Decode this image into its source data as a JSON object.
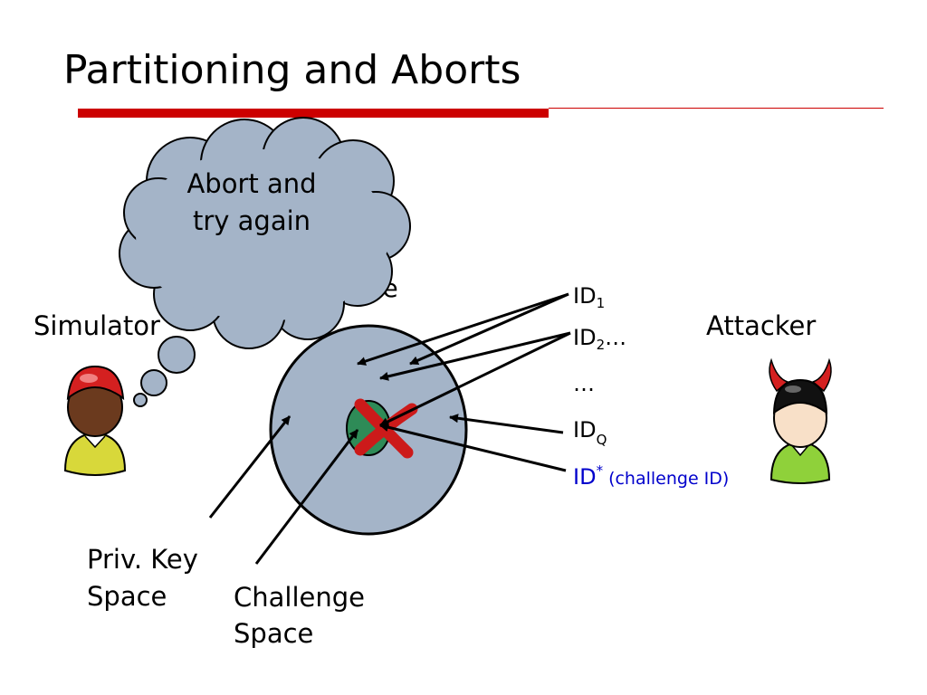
{
  "title": "Partitioning and Aborts",
  "bubble_text": [
    "Abort and",
    "try again"
  ],
  "identity_space_label_partial": "ace",
  "simulator_label": "Simulator",
  "attacker_label": "Attacker",
  "ids": {
    "id1_main": "ID",
    "id1_sub": "1",
    "id2_main": "ID",
    "id2_sub": "2",
    "id2_suffix": "…",
    "ellipsis": "…",
    "idq_main": "ID",
    "idq_sub": "Q",
    "idstar_main": "ID",
    "idstar_sup": "*",
    "idstar_note": "(challenge ID)"
  },
  "priv_key_label": [
    "Priv. Key",
    "Space"
  ],
  "challenge_label": [
    "Challenge",
    "Space"
  ],
  "colors": {
    "accent_red": "#cc0000",
    "space_fill": "#a4b4c8",
    "challenge_fill": "#2e8b57",
    "challenge_id_blue": "#0000cc",
    "attacker_green": "#8fd13a",
    "simulator_yellow": "#d8d83a"
  }
}
